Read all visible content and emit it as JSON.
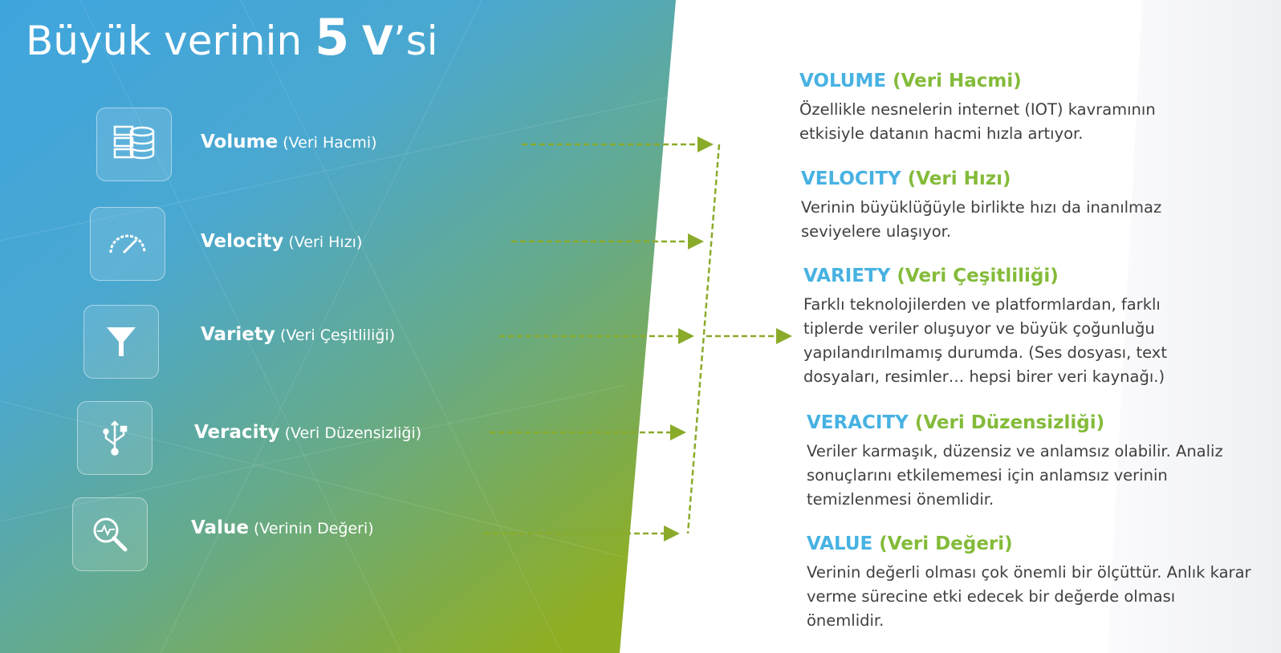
{
  "title": {
    "prefix": "Büyük verinin",
    "number": "5",
    "v": "V",
    "suffix": "’si"
  },
  "items": [
    {
      "name": "Volume",
      "tr": "(Veri Hacmi)",
      "icon": "database-server-icon"
    },
    {
      "name": "Velocity",
      "tr": "(Veri Hızı)",
      "icon": "speedometer-icon"
    },
    {
      "name": "Variety",
      "tr": "(Veri Çeşitliliği)",
      "icon": "funnel-icon"
    },
    {
      "name": "Veracity",
      "tr": "(Veri Düzensizliği)",
      "icon": "usb-icon"
    },
    {
      "name": "Value",
      "tr": "(Verinin Değeri)",
      "icon": "magnifier-pulse-icon"
    }
  ],
  "descriptions": [
    {
      "heading": "VOLUME",
      "heading_tr": "(Veri Hacmi)",
      "text": "Özellikle nesnelerin internet (IOT) kavramının etkisiyle datanın hacmi hızla artıyor."
    },
    {
      "heading": "VELOCITY",
      "heading_tr": "(Veri Hızı)",
      "text": "Verinin büyüklüğüyle birlikte hızı da inanılmaz seviyelere ulaşıyor."
    },
    {
      "heading": "VARIETY",
      "heading_tr": "(Veri Çeşitliliği)",
      "text": "Farklı teknolojilerden ve platformlardan, farklı tiplerde veriler oluşuyor ve büyük çoğunluğu yapılandırılmamış durumda. (Ses dosyası, text dosyaları, resimler… hepsi birer veri kaynağı.)"
    },
    {
      "heading": "VERACITY",
      "heading_tr": "(Veri Düzensizliği)",
      "text": "Veriler karmaşık, düzensiz ve anlamsız olabilir. Analiz sonuçlarını etkilememesi için anlamsız verinin temizlenmesi önemlidir."
    },
    {
      "heading": "VALUE",
      "heading_tr": "(Veri Değeri)",
      "text": "Verinin değerli olması çok önemli bir ölçüttür. Anlık karar verme sürecine etki edecek bir değerde olması önemlidir."
    }
  ],
  "colors": {
    "blue": "#47b2e2",
    "green": "#84bb3a",
    "arrow": "#8aab2a"
  }
}
